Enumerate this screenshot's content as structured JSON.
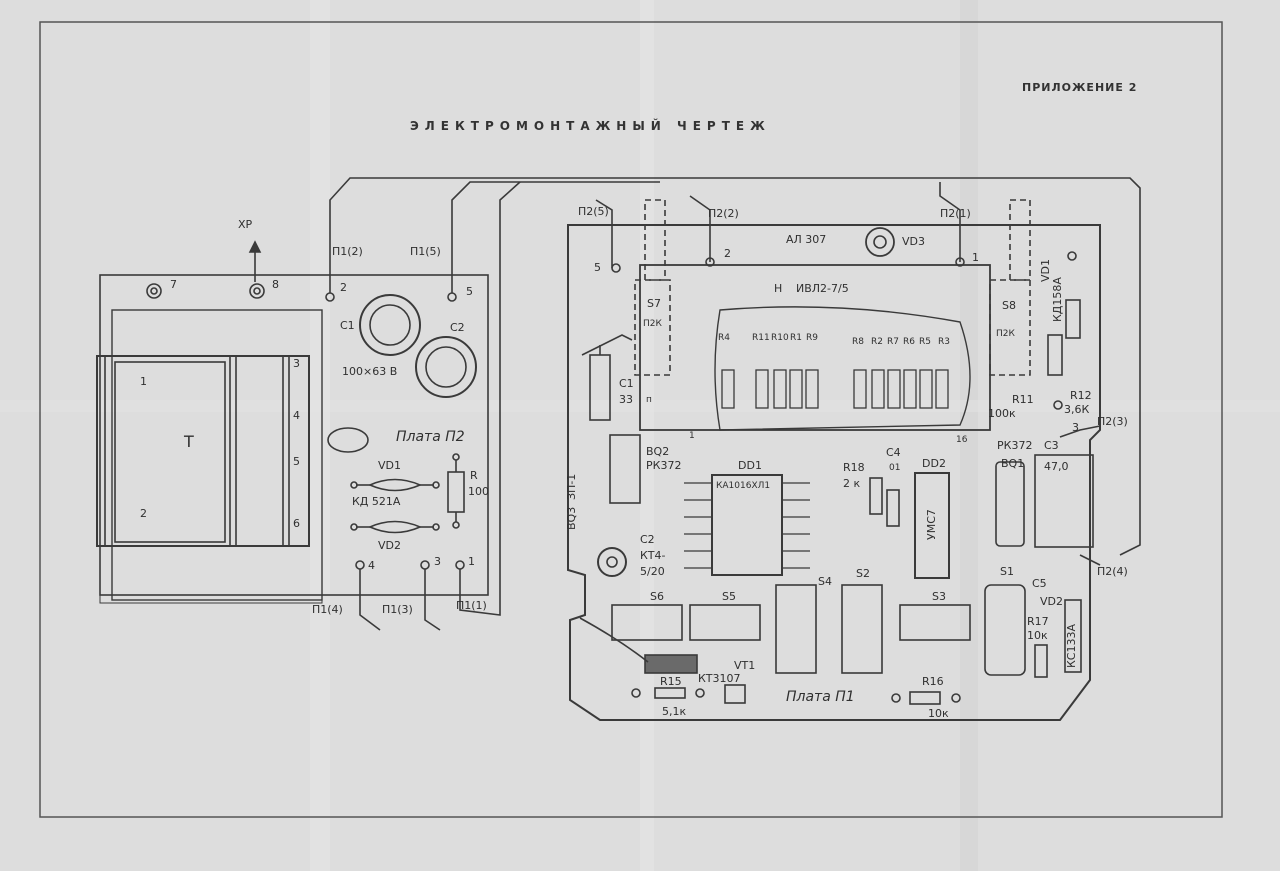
{
  "header": {
    "appendix": "ПРИЛОЖЕНИЕ 2",
    "title": "ЭЛЕКТРОМОНТАЖНЫЙ ЧЕРТЕЖ"
  },
  "board_p2": {
    "name": "Плата П2",
    "transformer": "T",
    "pins_left": [
      "1",
      "2"
    ],
    "pins_right": [
      "3",
      "4",
      "5",
      "6"
    ],
    "xp_label": "XP",
    "terminal_7": "7",
    "terminal_8": "8",
    "pin_2": "2",
    "pin_5": "5",
    "label_p1_2": "П1(2)",
    "label_p1_5": "П1(5)",
    "c1": "C1",
    "c2": "C2",
    "cap_value": "100×63 В",
    "vd1": "VD1",
    "vd2": "VD2",
    "diode_type": "КД 521А",
    "r": "R",
    "r_value": "100",
    "pin_4": "4",
    "pin_3": "3",
    "pin_1": "1",
    "label_p1_4": "П1(4)",
    "label_p1_3": "П1(3)",
    "label_p1_1": "П1(1)"
  },
  "board_p1": {
    "name": "Плата П1",
    "label_p2_5": "П2(5)",
    "label_p2_2": "П2(2)",
    "label_p2_1": "П2(1)",
    "label_p2_3": "П2(3)",
    "label_p2_4": "П2(4)",
    "pin_5": "5",
    "pin_2": "2",
    "pin_1": "1",
    "pin_3": "3",
    "led_type": "АЛ 307",
    "vd3": "VD3",
    "display": "ИВЛ2-7/5",
    "display_h": "Н",
    "s7": "S7",
    "s7_type": "П2К",
    "s8": "S8",
    "s8_type": "П2К",
    "c1": "C1",
    "c1_value": "33",
    "c1_mark": "п",
    "resistors_left": [
      "R4",
      "R11",
      "R10",
      "R1",
      "R9"
    ],
    "resistors_right": [
      "R8",
      "R2",
      "R7",
      "R6",
      "R5",
      "R3"
    ],
    "vd1": "VD1",
    "vd1_type": "КД158А",
    "r11": "R11",
    "r11_value": "100к",
    "r12": "R12",
    "r12_value": "3,6К",
    "pin_16": "16",
    "pin_1b": "1",
    "bq2": "BQ2",
    "bq2_type": "РК372",
    "bq3": "BQ3",
    "bq3_type": "ЗП-1",
    "dd1": "DD1",
    "dd1_type": "КА1016ХЛ1",
    "r18": "R18",
    "r18_value": "2 к",
    "c4": "C4",
    "c4_value": "01",
    "dd2": "DD2",
    "dd2_type": "УМС7",
    "bq1": "BQ1",
    "bq1_type": "РК372",
    "c3": "C3",
    "c3_value": "47,0",
    "c2": "C2",
    "c2_type": "КТ4-",
    "c2_value": "5/20",
    "s4": "S4",
    "s2": "S2",
    "s6": "S6",
    "s5": "S5",
    "s3": "S3",
    "s1": "S1",
    "c5": "C5",
    "vd2": "VD2",
    "vd2_type": "КС133А",
    "r17": "R17",
    "r17_value": "10к",
    "r15": "R15",
    "r15_value": "5,1к",
    "vt1": "VT1",
    "vt1_type": "КТ3107",
    "r16": "R16",
    "r16_value": "10к"
  }
}
